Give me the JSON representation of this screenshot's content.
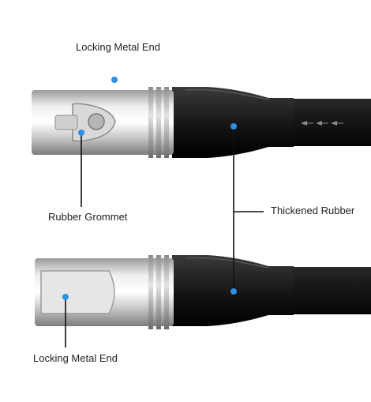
{
  "labels": {
    "top_metal_end": "Locking Metal End",
    "rubber_grommet": "Rubber Grommet",
    "thickened_rubber": "Thickened Rubber",
    "bottom_metal_end": "Locking Metal End"
  },
  "colors": {
    "marker": "#2d8fe6",
    "rubber": "#1c1c1c",
    "metal": "#c9c9c9",
    "leader_line": "#111111"
  }
}
